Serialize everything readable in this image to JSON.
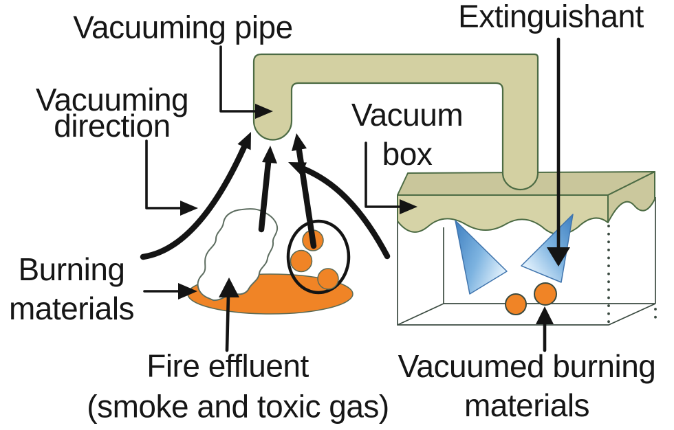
{
  "labels": {
    "vacuuming_pipe": "Vacuuming pipe",
    "extinguishant": "Extinguishant",
    "vacuuming_direction_line1": "Vacuuming",
    "vacuuming_direction_line2": "direction",
    "vacuum_box_line1": "Vacuum",
    "vacuum_box_line2": "box",
    "burning_materials_line1": "Burning",
    "burning_materials_line2": "materials",
    "fire_effluent": "Fire effluent",
    "fire_effluent_sub": "(smoke and toxic gas)",
    "vacuumed_burning_line1": "Vacuumed burning",
    "vacuumed_burning_line2": "materials"
  },
  "colors": {
    "background": "#ffffff",
    "text": "#161616",
    "arrow_black": "#141414",
    "pipe_tan": "#d3d0a2",
    "slab_top": "#c9c69b",
    "slab_front": "#d6d3a7",
    "slab_side": "#cbc89d",
    "outline_green": "#4c6b44",
    "edge_dark": "#3a4a40",
    "orange": "#f08426",
    "orange_edge": "#5a6a55",
    "spray_blue_dark": "#3e7fc0",
    "spray_blue_mid": "#7db3e0",
    "spray_blue_light": "#ddeefb",
    "spray_edge": "#3f74ad",
    "smoke_outline": "#5d6d60",
    "smoke_fill": "#ffffff"
  }
}
